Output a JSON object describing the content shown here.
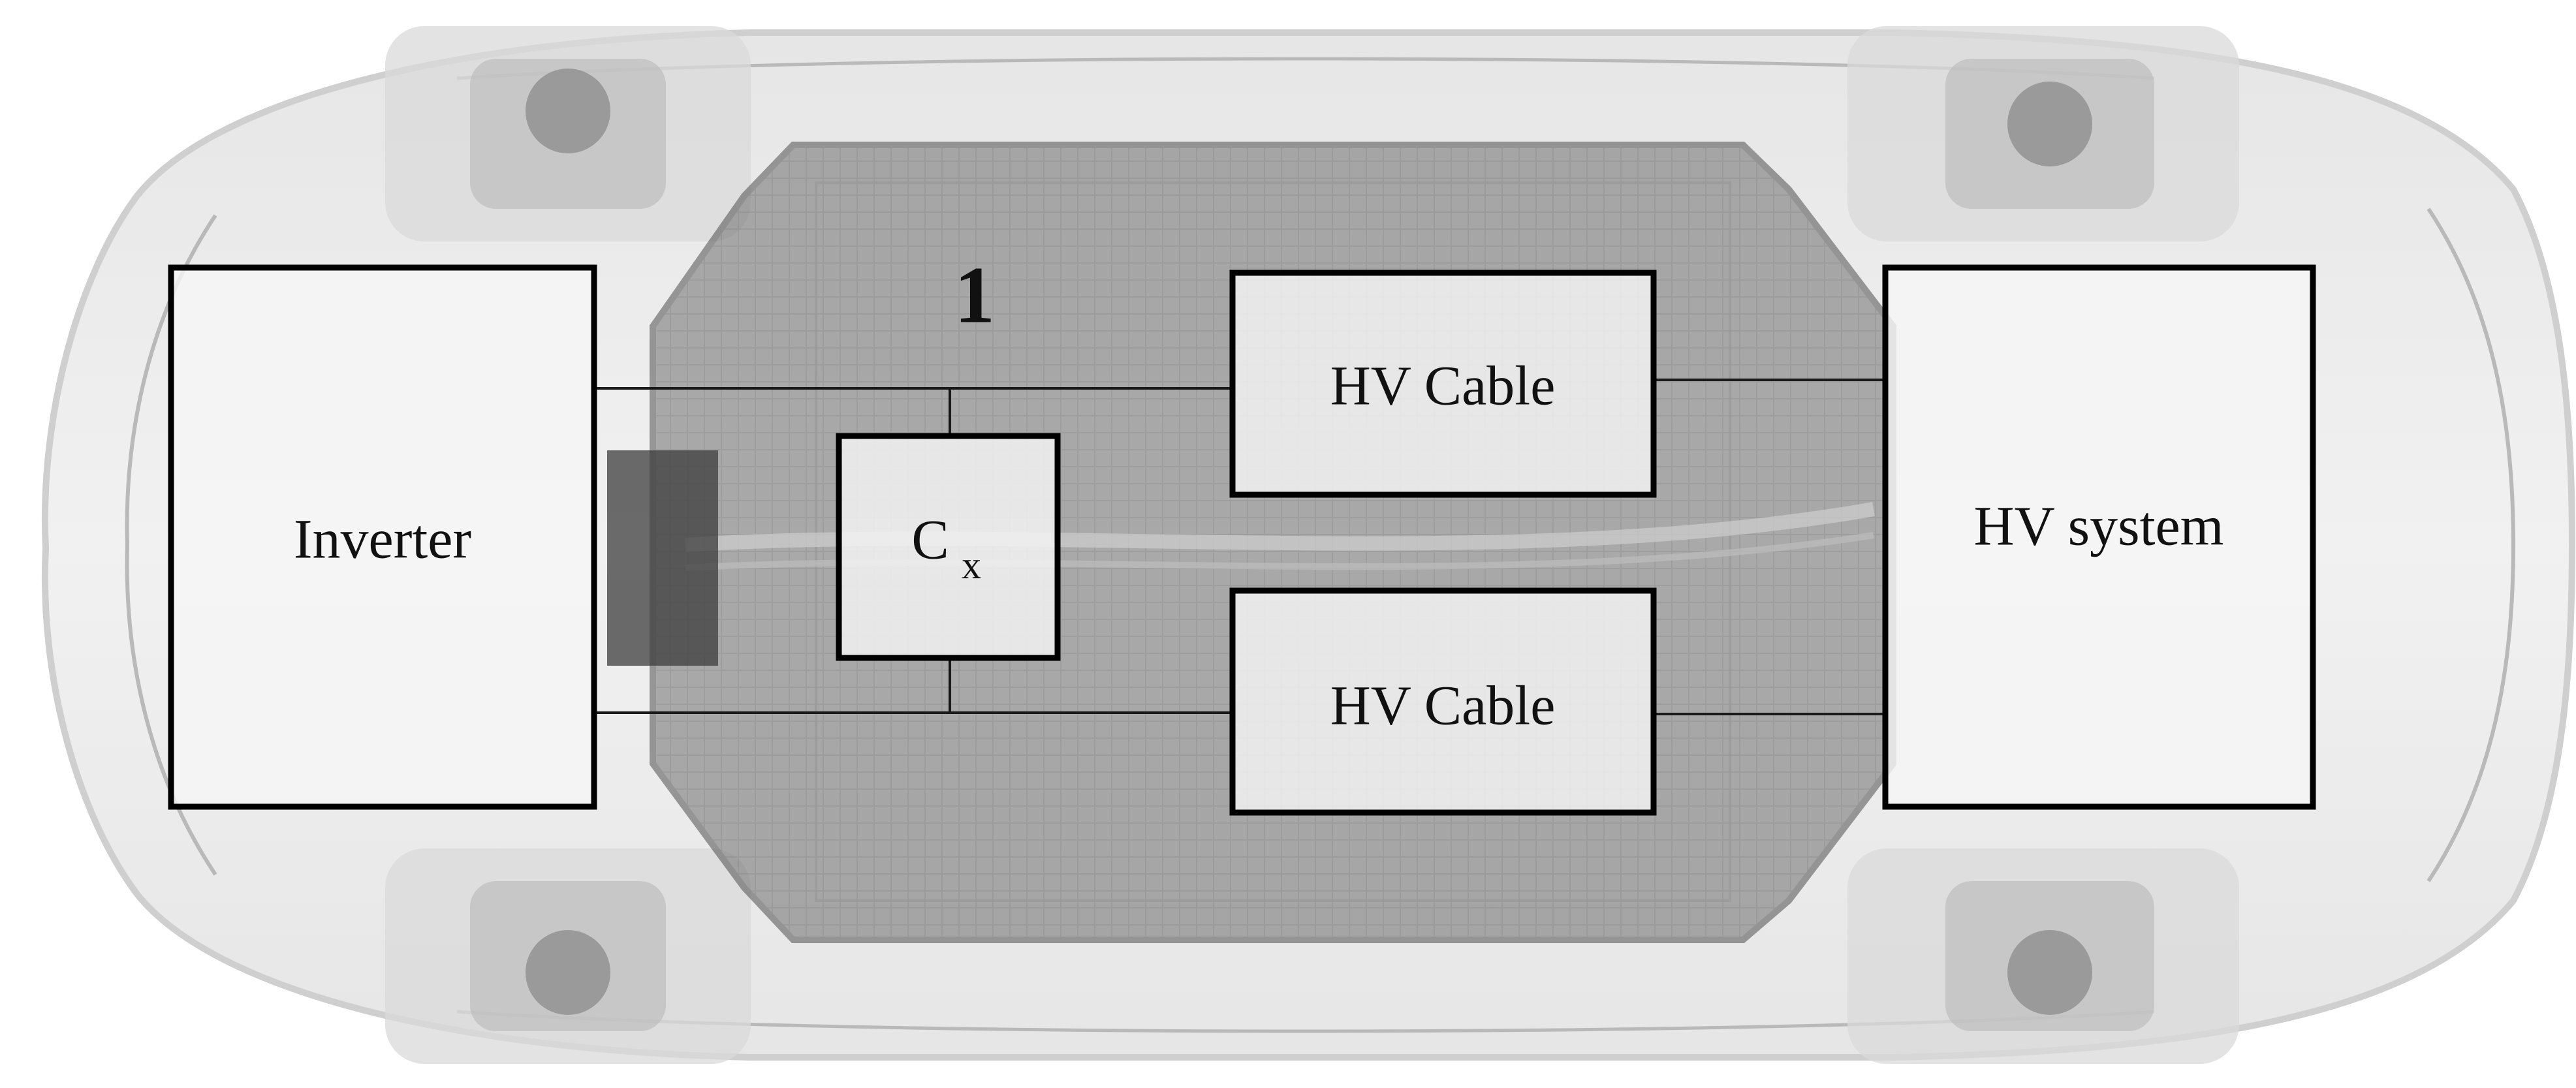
{
  "diagram": {
    "marker": "1",
    "blocks": {
      "inverter": "Inverter",
      "capacitor_main": "C",
      "capacitor_sub": "x",
      "cable_top": "HV Cable",
      "cable_bottom": "HV Cable",
      "hv_system": "HV system"
    }
  }
}
